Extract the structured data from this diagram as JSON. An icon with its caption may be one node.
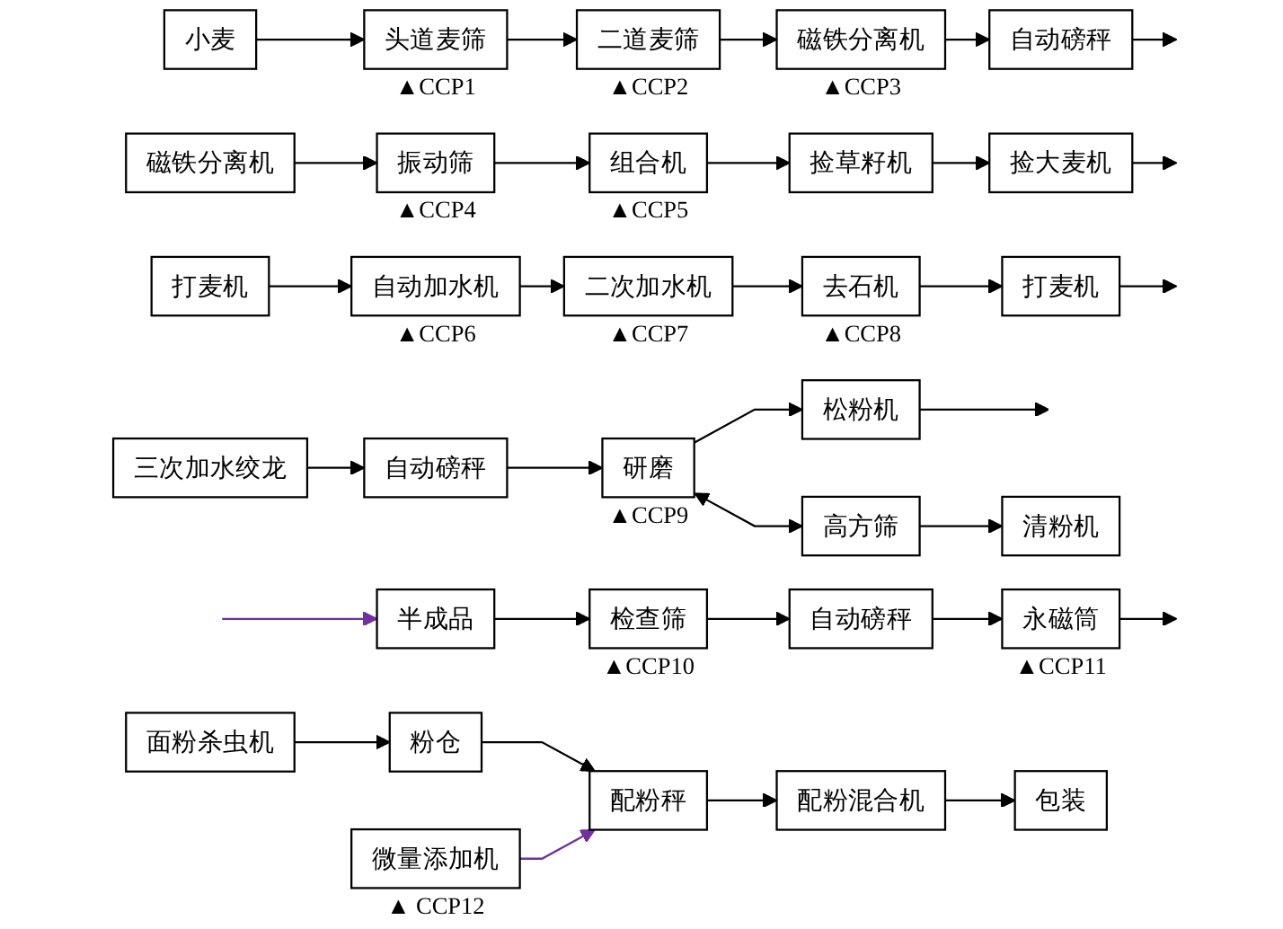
{
  "diagram": {
    "nodes": [
      {
        "text": [
          "小麦"
        ]
      },
      {
        "text": [
          "头道麦筛"
        ],
        "beside": [
          "▲CCP1"
        ]
      },
      {
        "text": [
          "二道麦筛"
        ],
        "beside": [
          "▲CCP2"
        ]
      },
      {
        "text": [
          "磁铁分离机"
        ],
        "beside": [
          "▲CCP3"
        ]
      },
      {
        "text": [
          "自动磅秤"
        ]
      },
      {
        "text": [
          "磁铁分离机"
        ]
      },
      {
        "text": [
          "振动筛"
        ],
        "beside": [
          "▲CCP4"
        ]
      },
      {
        "text": [
          "组合机"
        ],
        "beside": [
          "▲CCP5"
        ]
      },
      {
        "text": [
          "捡草籽机"
        ]
      },
      {
        "text": [
          "捡大麦机"
        ]
      },
      {
        "text": [
          "打麦机"
        ]
      },
      {
        "text": [
          "自动加水机"
        ],
        "beside": [
          "▲CCP6"
        ]
      },
      {
        "text": [
          "二次加水机"
        ],
        "beside": [
          "▲CCP7"
        ]
      },
      {
        "text": [
          "去石机"
        ],
        "beside": [
          "▲CCP8"
        ]
      },
      {
        "text": [
          "打麦机"
        ]
      },
      {
        "text": [
          "三次加水绞龙"
        ]
      },
      {
        "text": [
          "自动磅秤"
        ]
      },
      {
        "text": [
          "研磨"
        ],
        "beside": [
          "▲CCP9"
        ]
      },
      {
        "text": [
          "松粉机"
        ]
      },
      {
        "text": [
          "高方筛"
        ]
      },
      {
        "text": [
          "清粉机"
        ]
      },
      {
        "text": [
          "半成品"
        ]
      },
      {
        "text": [
          "检查筛"
        ],
        "beside": [
          "▲CCP10"
        ]
      },
      {
        "text": [
          "自动磅秤"
        ]
      },
      {
        "text": [
          "永磁筒"
        ],
        "beside": [
          "▲CCP11"
        ]
      },
      {
        "text": [
          "面粉杀虫机"
        ]
      },
      {
        "text": [
          "粉仓"
        ]
      },
      {
        "text": [
          "配粉秤"
        ]
      },
      {
        "text": [
          "配粉混合机"
        ]
      },
      {
        "text": [
          "包装"
        ]
      },
      {
        "text": [
          "微量添加机"
        ],
        "beside": [
          "▲ CCP12"
        ]
      }
    ],
    "edges": [
      {
        "from": 0,
        "to": 1,
        "arrow": "to"
      },
      {
        "from": 1,
        "to": 2,
        "arrow": "to"
      },
      {
        "from": 2,
        "to": 3,
        "arrow": "to"
      },
      {
        "from": 3,
        "to": 4,
        "arrow": "to"
      },
      {
        "from": 4,
        "to": null,
        "arrow": "to"
      },
      {
        "from": 5,
        "to": 6,
        "arrow": "to"
      },
      {
        "from": 6,
        "to": 7,
        "arrow": "to"
      },
      {
        "from": 7,
        "to": 8,
        "arrow": "to"
      },
      {
        "from": 8,
        "to": 9,
        "arrow": "to"
      },
      {
        "from": 9,
        "to": null,
        "arrow": "to"
      },
      {
        "from": 10,
        "to": 11,
        "arrow": "to"
      },
      {
        "from": 11,
        "to": 12,
        "arrow": "to"
      },
      {
        "from": 12,
        "to": 13,
        "arrow": "to"
      },
      {
        "from": 13,
        "to": 14,
        "arrow": "to"
      },
      {
        "from": 14,
        "to": null,
        "arrow": "to"
      },
      {
        "from": 15,
        "to": 16,
        "arrow": "to"
      },
      {
        "from": 16,
        "to": 17,
        "arrow": "to"
      },
      {
        "from": 17,
        "to": 18,
        "arrow": "to"
      },
      {
        "from": 18,
        "to": null,
        "arrow": "to"
      },
      {
        "from": 17,
        "to": 19,
        "arrow": "both"
      },
      {
        "from": 19,
        "to": 20,
        "arrow": "to"
      },
      {
        "from": null,
        "to": 21,
        "arrow": "to",
        "color": "#7030a0"
      },
      {
        "from": 21,
        "to": 22,
        "arrow": "to"
      },
      {
        "from": 22,
        "to": 23,
        "arrow": "to"
      },
      {
        "from": 23,
        "to": 24,
        "arrow": "to"
      },
      {
        "from": 24,
        "to": null,
        "arrow": "to"
      },
      {
        "from": 25,
        "to": 26,
        "arrow": "to"
      },
      {
        "from": 26,
        "to": 27,
        "arrow": "to"
      },
      {
        "from": 27,
        "to": 28,
        "arrow": "to"
      },
      {
        "from": 28,
        "to": 29,
        "arrow": "to"
      },
      {
        "from": 30,
        "to": 27,
        "arrow": "to",
        "color": "#7030a0"
      }
    ]
  }
}
